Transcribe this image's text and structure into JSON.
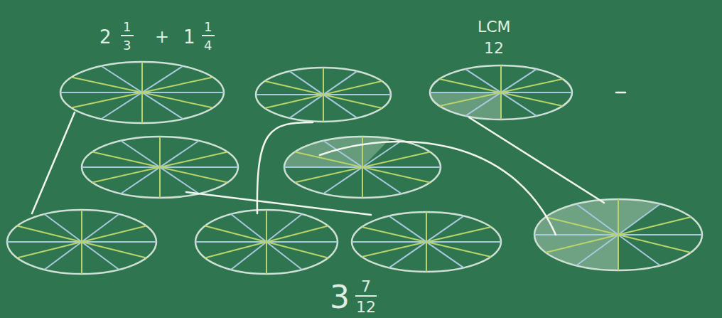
{
  "diagram": {
    "labels": [
      "2",
      "1",
      "3",
      "+",
      "1",
      "1",
      "4",
      "LCM",
      "12",
      "3",
      "7",
      "12"
    ]
  }
}
